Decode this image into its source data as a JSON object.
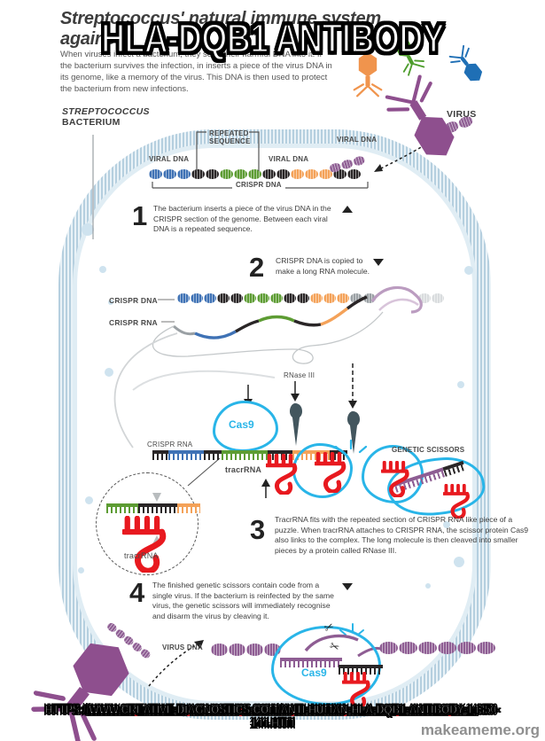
{
  "meme": {
    "top_text": "HLA-DQB1 ANTIBODY",
    "url_text": "HTTPS://WWW.CREATIVE-DIAGNOSTICS.COM/ANTI-HUMAN-HLA-DQB1-ANTIBODY-14350-144.HTM",
    "watermark": "makeameme.org"
  },
  "infographic": {
    "title_line1": "Streptococcus' natural immune system",
    "title_line2": "against",
    "intro": "When viruses infect a bacterium, they send their harmful DNA into it. If the bacterium survives the infection, in inserts a piece of the virus DNA in its genome, like a memory of the virus. This DNA is then used to protect the bacterium from new infections.",
    "bacterium_label_line1": "STREPTOCOCCUS",
    "bacterium_label_line2": "BACTERIUM",
    "virus_label": "VIRUS",
    "labels": {
      "viral_dna": "VIRAL DNA",
      "repeated_1": "REPEATED",
      "repeated_2": "SEQUENCE",
      "crispr_dna": "CRISPR DNA",
      "crispr_rna": "CRISPR RNA",
      "rnase": "RNase III",
      "cas9": "Cas9",
      "tracrrna": "tracrRNA",
      "genetic_scissors": "GENETIC SCISSORS",
      "virus_dna": "VIRUS DNA"
    },
    "steps": [
      {
        "num": "1",
        "text": "The bacterium inserts a piece of the virus DNA in the CRISPR section of the genome. Between each viral DNA is a repeated sequence."
      },
      {
        "num": "2",
        "text": "CRISPR DNA is copied to make a long RNA molecule."
      },
      {
        "num": "3",
        "text": "TracrRNA fits with the repeated section of CRISPR RNA like piece of a puzzle. When tracrRNA attaches to CRISPR RNA, the scissor protein Cas9 also links to the complex. The long molecule is then cleaved into smaller pieces by a protein called RNase III."
      },
      {
        "num": "4",
        "text": "The finished genetic scissors contain code from a single virus. If the bacterium is reinfected by the same virus, the genetic scissors will immediately recognise and disarm the virus by cleaving it."
      }
    ],
    "icons": {
      "scissors": "✂"
    },
    "colors": {
      "blue": "#3f72b5",
      "black": "#2a2627",
      "green": "#5d9c33",
      "orange": "#f4a259",
      "purple": "#8e5d93",
      "light_purple": "#c9aecd",
      "gray": "#9aa0a4",
      "light_gray": "#d9dcde",
      "cyan": "#29b5e8",
      "red": "#e8191f",
      "wall": "#b5cfdf",
      "phage_orange": "#f0944d",
      "phage_green": "#4e9d2d",
      "phage_blue": "#1f6fb5",
      "phage_purple": "#8e4f8e",
      "dart": "#43565e"
    },
    "dna_rows": {
      "genome": {
        "beads": [
          "blue",
          "blue",
          "blue",
          "black",
          "black",
          "green",
          "green",
          "green",
          "black",
          "black",
          "orange",
          "orange",
          "orange",
          "black",
          "black"
        ],
        "bw": 15,
        "bh": 11
      },
      "incoming_small": {
        "beads": [
          "purple",
          "purple",
          "purple"
        ],
        "bw": 13,
        "bh": 10
      },
      "incoming_large": {
        "beads": [
          "purple",
          "purple",
          "purple"
        ],
        "bw": 16,
        "bh": 12
      },
      "crispr_dna": {
        "beads": [
          "blue",
          "blue",
          "blue",
          "black",
          "black",
          "green",
          "green",
          "green",
          "black",
          "black",
          "orange",
          "orange",
          "orange",
          "gray",
          "gray"
        ],
        "bw": 14,
        "bh": 11
      },
      "crispr_dna_tail": {
        "beads": [
          "light_gray",
          "light_gray"
        ],
        "bw": 14,
        "bh": 11
      },
      "virus_dna_small": {
        "beads": [
          "purple",
          "purple",
          "purple",
          "purple",
          "purple"
        ],
        "bw": 11,
        "bh": 9
      },
      "virus_dna_left": {
        "beads": [
          "purple",
          "purple",
          "purple",
          "purple"
        ],
        "bw": 19,
        "bh": 14
      },
      "virus_dna_right": {
        "beads": [
          "purple",
          "purple",
          "purple",
          "purple",
          "purple",
          "purple"
        ],
        "bw": 21,
        "bh": 14
      }
    },
    "combs": {
      "strip": {
        "segs": [
          [
            "black",
            18
          ],
          [
            "blue",
            40
          ],
          [
            "black",
            20
          ],
          [
            "green",
            52
          ],
          [
            "black",
            28
          ],
          [
            "orange",
            42
          ],
          [
            "black",
            20
          ]
        ],
        "dir": "down"
      },
      "circle": {
        "segs": [
          [
            "green",
            36
          ],
          [
            "black",
            44
          ],
          [
            "orange",
            26
          ]
        ],
        "dir": "down"
      },
      "scissors_blob": {
        "segs": [
          [
            "purple",
            58
          ],
          [
            "black",
            24
          ]
        ],
        "dir": "down"
      },
      "bottom_purple": {
        "segs": [
          [
            "purple",
            70
          ]
        ],
        "dir": "down"
      },
      "bottom_black": {
        "segs": [
          [
            "black",
            50
          ]
        ],
        "dir": "down"
      }
    }
  }
}
